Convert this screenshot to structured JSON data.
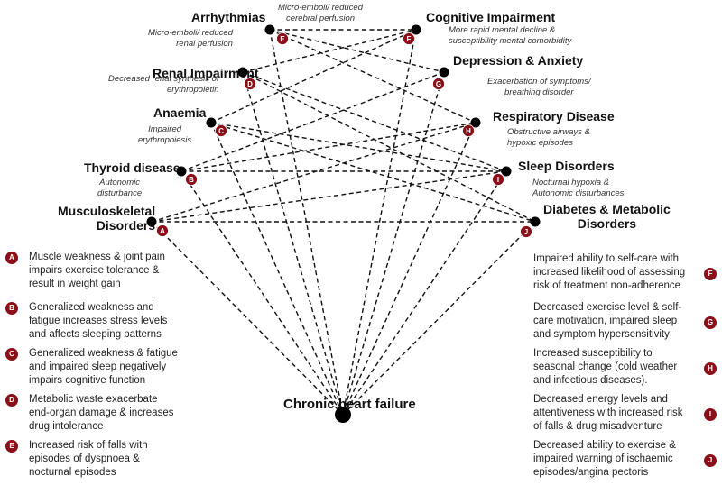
{
  "nodes": [
    {
      "id": "arrhythmias",
      "label": "Arrhythmias",
      "mechanism": "Micro-emboli/ reduced\nrenal perfusion",
      "badge": "E"
    },
    {
      "id": "renal",
      "label": "Renal Impairment",
      "mechanism": "Decreased renal synthesis of\nerythropoietin",
      "badge": "D"
    },
    {
      "id": "anaemia",
      "label": "Anaemia",
      "mechanism": "Impaired\nerythropoiesis",
      "badge": "C"
    },
    {
      "id": "thyroid",
      "label": "Thyroid disease",
      "mechanism": "Autonomic\ndisturbance",
      "badge": "B"
    },
    {
      "id": "musculo",
      "label": "Musculoskeletal\nDisorders",
      "mechanism": "",
      "badge": "A"
    },
    {
      "id": "cognitive",
      "label": "Cognitive Impairment",
      "mechanism": "More rapid mental decline &\nsusceptibility mental comorbidity",
      "badge": "F"
    },
    {
      "id": "depression",
      "label": "Depression & Anxiety",
      "mechanism": "Exacerbation of symptoms/\nbreathing disorder",
      "badge": "G"
    },
    {
      "id": "respiratory",
      "label": "Respiratory Disease",
      "mechanism": "Obstructive airways &\nhypoxic episodes",
      "badge": "H"
    },
    {
      "id": "sleep",
      "label": "Sleep Disorders",
      "mechanism": "Nocturnal hypoxia &\nAutonomic disturbances",
      "badge": "I"
    },
    {
      "id": "diabetes",
      "label": "Diabetes & Metabolic\nDisorders",
      "mechanism": "",
      "badge": "J"
    }
  ],
  "center_mechanism": "Micro-emboli/ reduced\ncerebral perfusion",
  "hub": {
    "label": "Chronic heart failure"
  },
  "legend_left": [
    {
      "badge": "A",
      "text": "Muscle weakness & joint pain\nimpairs exercise tolerance &\nresult in weight gain"
    },
    {
      "badge": "B",
      "text": "Generalized weakness and\nfatigue increases stress levels\nand affects sleeping patterns"
    },
    {
      "badge": "C",
      "text": "Generalized weakness & fatigue\nand impaired sleep negatively\nimpairs cognitive function"
    },
    {
      "badge": "D",
      "text": "Metabolic waste exacerbate\nend-organ damage & increases\ndrug intolerance"
    },
    {
      "badge": "E",
      "text": "Increased risk of falls with\nepisodes of dyspnoea &\nnocturnal episodes"
    }
  ],
  "legend_right": [
    {
      "badge": "F",
      "text": "Impaired ability to self-care with\nincreased likelihood of assessing\nrisk of treatment non-adherence"
    },
    {
      "badge": "G",
      "text": "Decreased exercise level & self-\ncare motivation, impaired sleep\nand symptom hypersensitivity"
    },
    {
      "badge": "H",
      "text": "Increased susceptibility to\nseasonal change (cold weather\nand infectious diseases)."
    },
    {
      "badge": "I",
      "text": "Decreased energy levels and\nattentiveness with increased risk\nof falls & drug misadventure"
    },
    {
      "badge": "J",
      "text": "Decreased ability to exercise &\nimpaired warning of ischaemic\nepisodes/angina pectoris"
    }
  ],
  "colors": {
    "badge": "#8a0f18",
    "line": "#111111",
    "node": "#000000"
  }
}
